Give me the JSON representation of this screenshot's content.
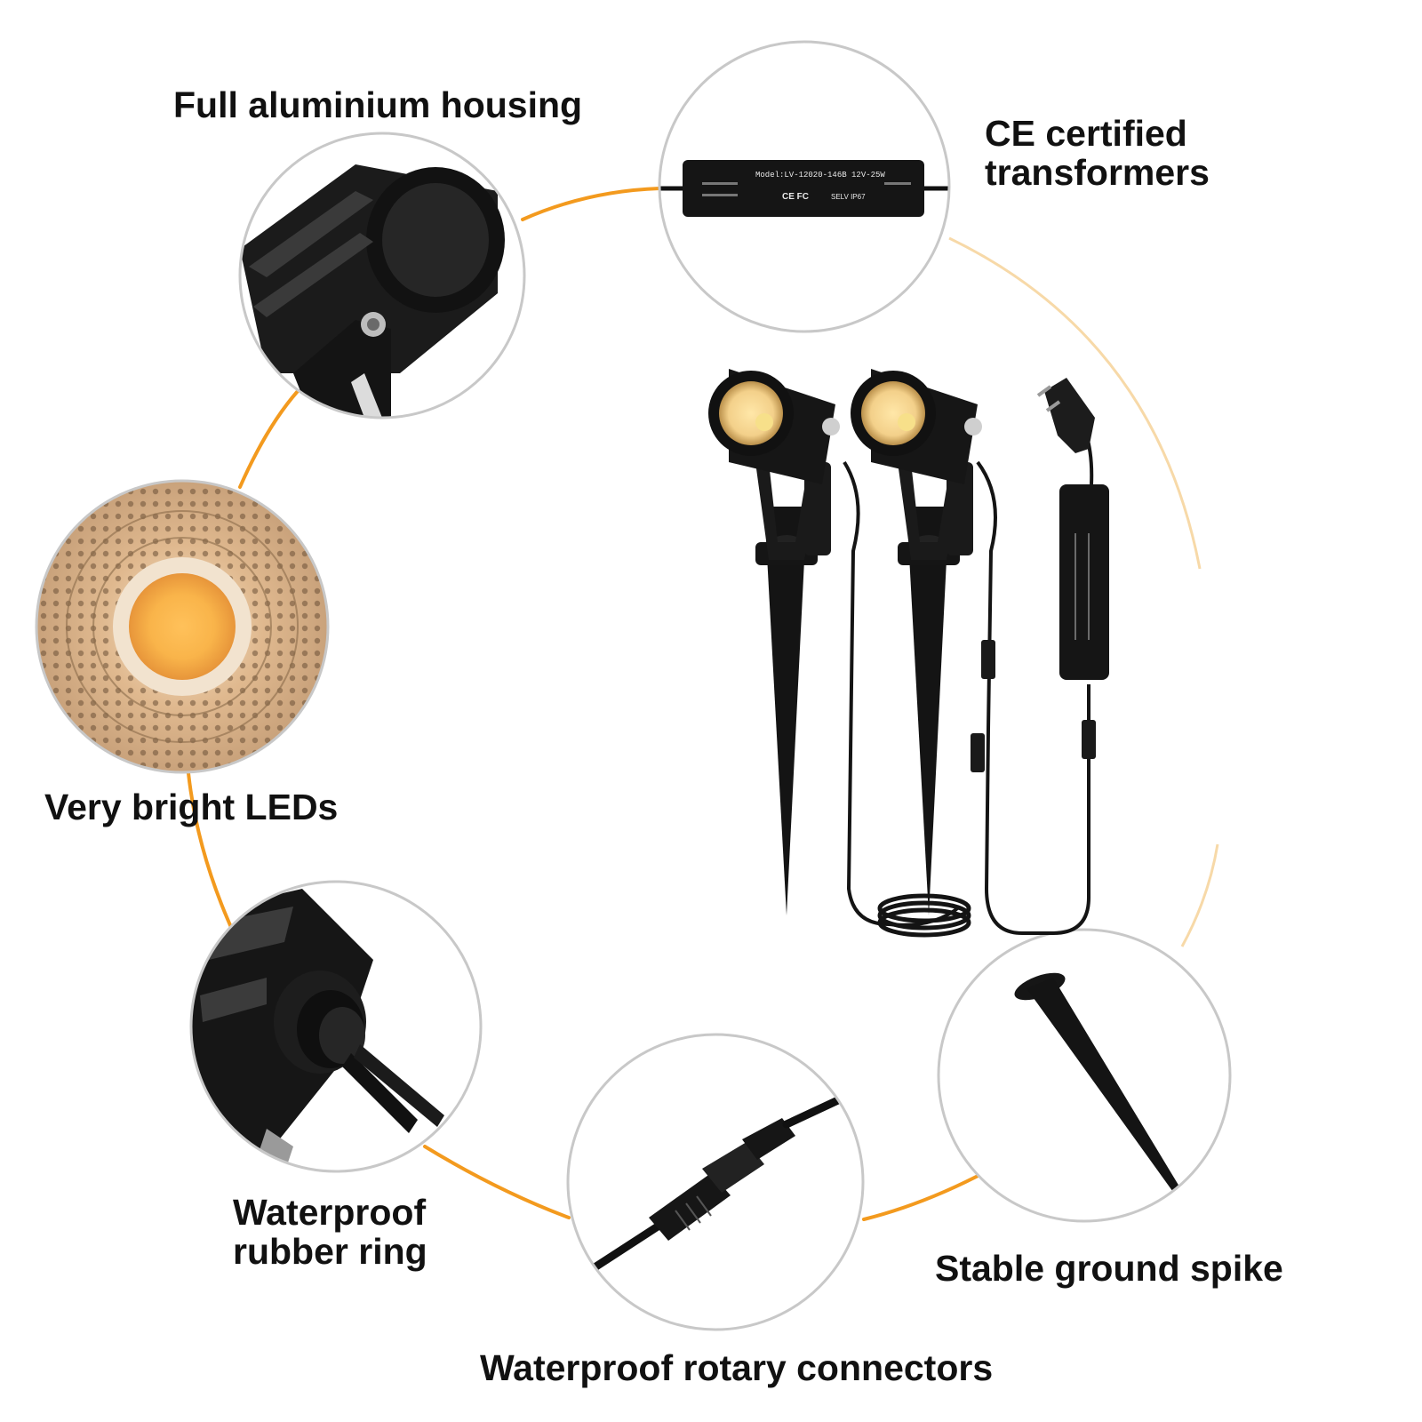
{
  "colors": {
    "accent_orange": "#F39A1E",
    "circle_border": "#c8c8c8",
    "product_black": "#151515",
    "led_warm": "#FFD27A",
    "text": "#111111"
  },
  "features": {
    "housing": {
      "label": "Full aluminium housing",
      "icon": "lamp-housing-closeup"
    },
    "transformer": {
      "label_line1": "CE certified",
      "label_line2": "transformers",
      "icon": "transformer-closeup",
      "device_text": "Model:LV-12020-146B 12V-25W",
      "device_marks": "CE FC",
      "device_rating": "SELV IP67"
    },
    "leds": {
      "label": "Very bright LEDs",
      "icon": "cob-led-reflector"
    },
    "rubber_ring": {
      "label_line1": "Waterproof",
      "label_line2": "rubber ring",
      "icon": "cable-gland-closeup"
    },
    "connectors": {
      "label": "Waterproof rotary connectors",
      "icon": "inline-connector-closeup"
    },
    "spike": {
      "label": "Stable ground spike",
      "icon": "ground-spike"
    }
  },
  "product": {
    "icon": "garden-spotlight-set"
  }
}
